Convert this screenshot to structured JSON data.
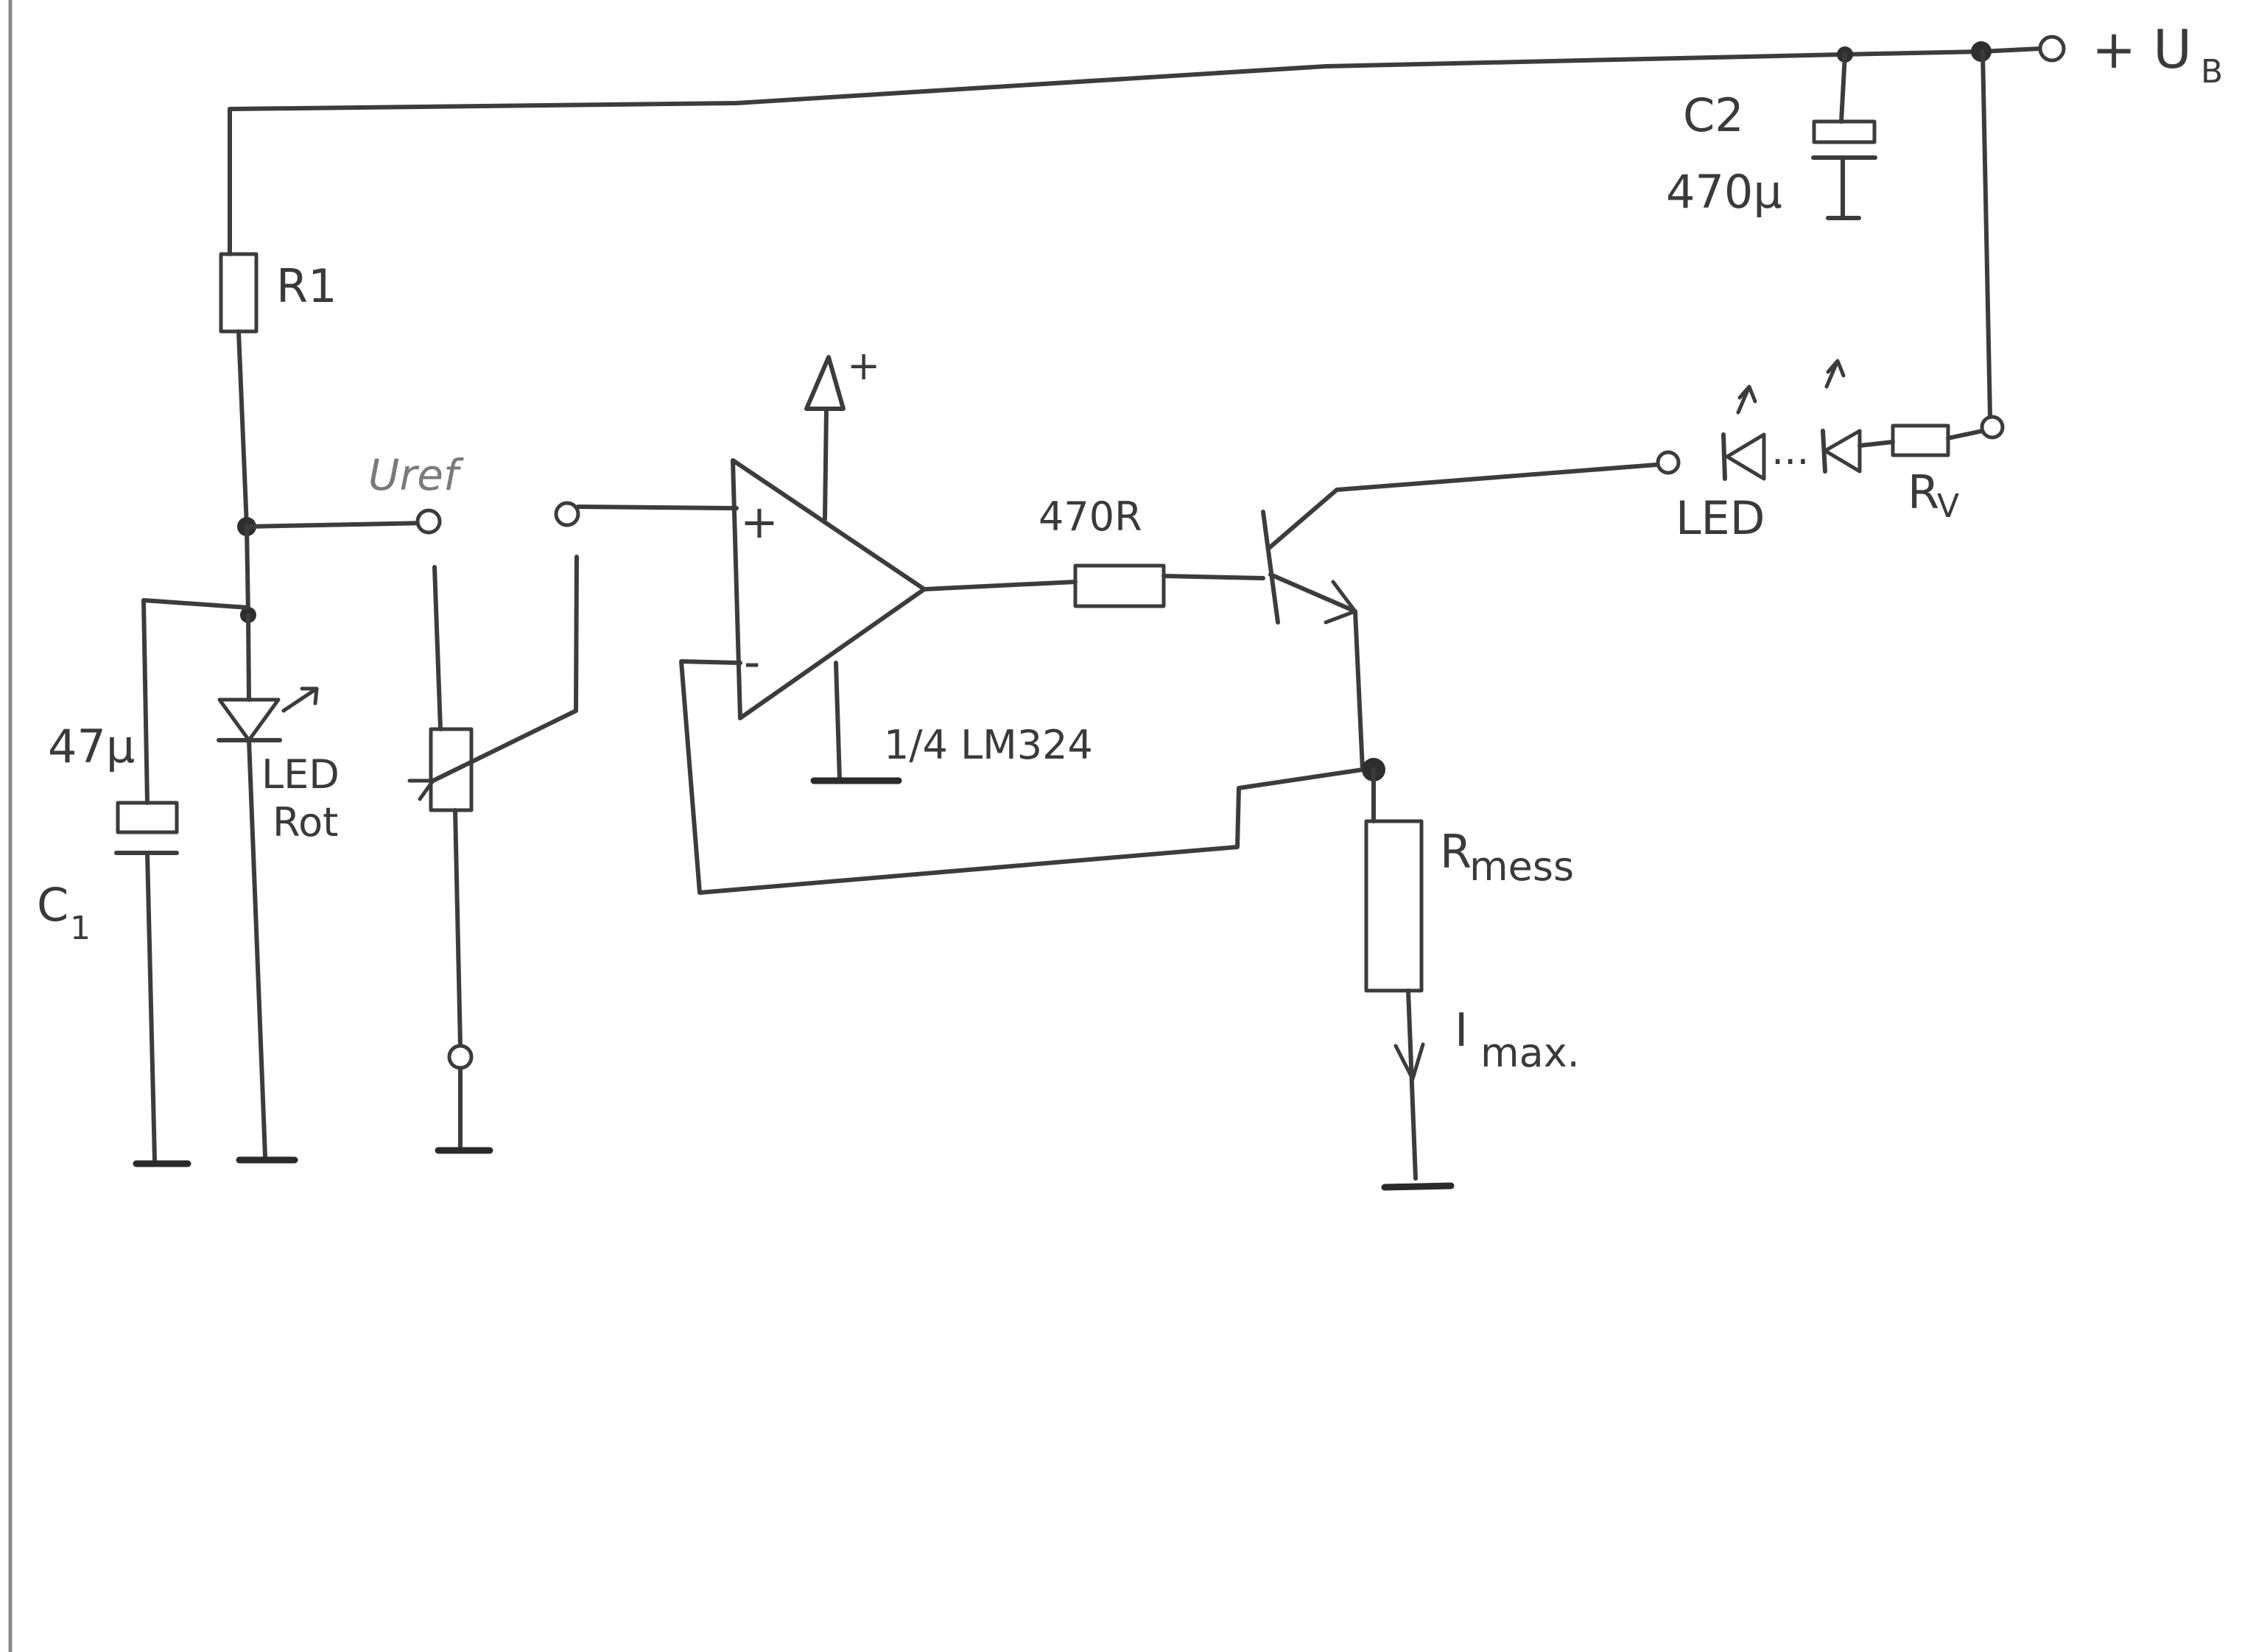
{
  "labels": {
    "supply": "+ U",
    "supply_sub": "B",
    "c2_name": "C2",
    "c2_value": "470µ",
    "r1": "R1",
    "uref": "Uref",
    "c1_value": "47µ",
    "c1_name_base": "C",
    "c1_name_sub": "1",
    "led_red_line1": "LED",
    "led_red_line2": "Rot",
    "opamp_plus": "+",
    "opamp_minus": "-",
    "opamp_supply": "+",
    "opamp_part": "1/4 LM324",
    "base_resistor": "470R",
    "led_chain": "LED",
    "rv_base": "R",
    "rv_sub": "V",
    "rmess_base": "R",
    "rmess_sub": "mess",
    "imax_base": "I",
    "imax_sub": "max."
  }
}
